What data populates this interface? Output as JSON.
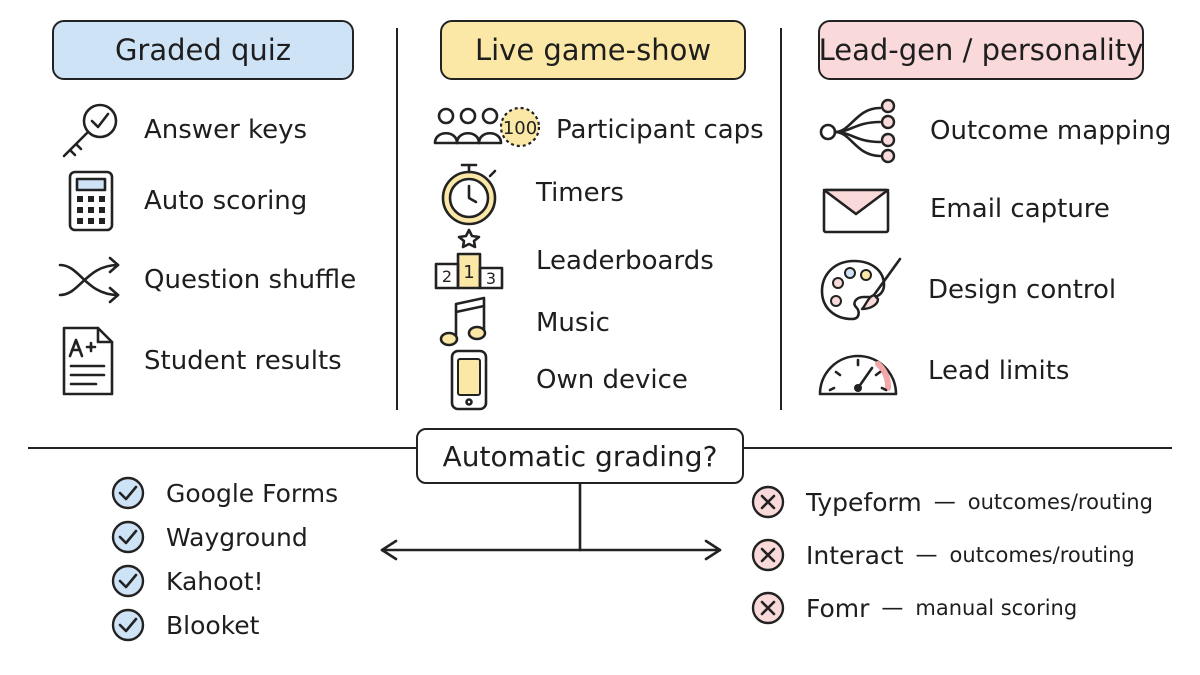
{
  "colors": {
    "blue": "#cfe3f7",
    "yellow": "#fbe8a6",
    "pink": "#f9d9da",
    "ink": "#222222",
    "check_fill": "#cfe3f7",
    "cross_fill": "#f9d9da",
    "icon_yellow": "#fbe8a6"
  },
  "columns": [
    {
      "title": "Graded quiz",
      "features": [
        {
          "icon": "key-check-icon",
          "label": "Answer keys"
        },
        {
          "icon": "calculator-icon",
          "label": "Auto scoring"
        },
        {
          "icon": "shuffle-icon",
          "label": "Question shuffle"
        },
        {
          "icon": "graded-document-icon",
          "label": "Student results"
        }
      ]
    },
    {
      "title": "Live game-show",
      "features": [
        {
          "icon": "people-cap-icon",
          "badge": "100",
          "label": "Participant caps"
        },
        {
          "icon": "stopwatch-icon",
          "label": "Timers"
        },
        {
          "icon": "podium-icon",
          "podium": [
            "2",
            "1",
            "3"
          ],
          "label": "Leaderboards"
        },
        {
          "icon": "music-note-icon",
          "label": "Music"
        },
        {
          "icon": "phone-icon",
          "label": "Own device"
        }
      ]
    },
    {
      "title": "Lead-gen / personality",
      "features": [
        {
          "icon": "branching-icon",
          "label": "Outcome mapping"
        },
        {
          "icon": "envelope-icon",
          "label": "Email capture"
        },
        {
          "icon": "palette-icon",
          "label": "Design control"
        },
        {
          "icon": "gauge-icon",
          "label": "Lead limits"
        }
      ]
    }
  ],
  "decision": {
    "question": "Automatic grading?",
    "yes": [
      "Google Forms",
      "Wayground",
      "Kahoot!",
      "Blooket"
    ],
    "no": [
      {
        "name": "Typeform",
        "dash": "—",
        "note": "outcomes/routing"
      },
      {
        "name": "Interact",
        "dash": "—",
        "note": "outcomes/routing"
      },
      {
        "name": "Fomr",
        "dash": "—",
        "note": "manual scoring"
      }
    ]
  }
}
